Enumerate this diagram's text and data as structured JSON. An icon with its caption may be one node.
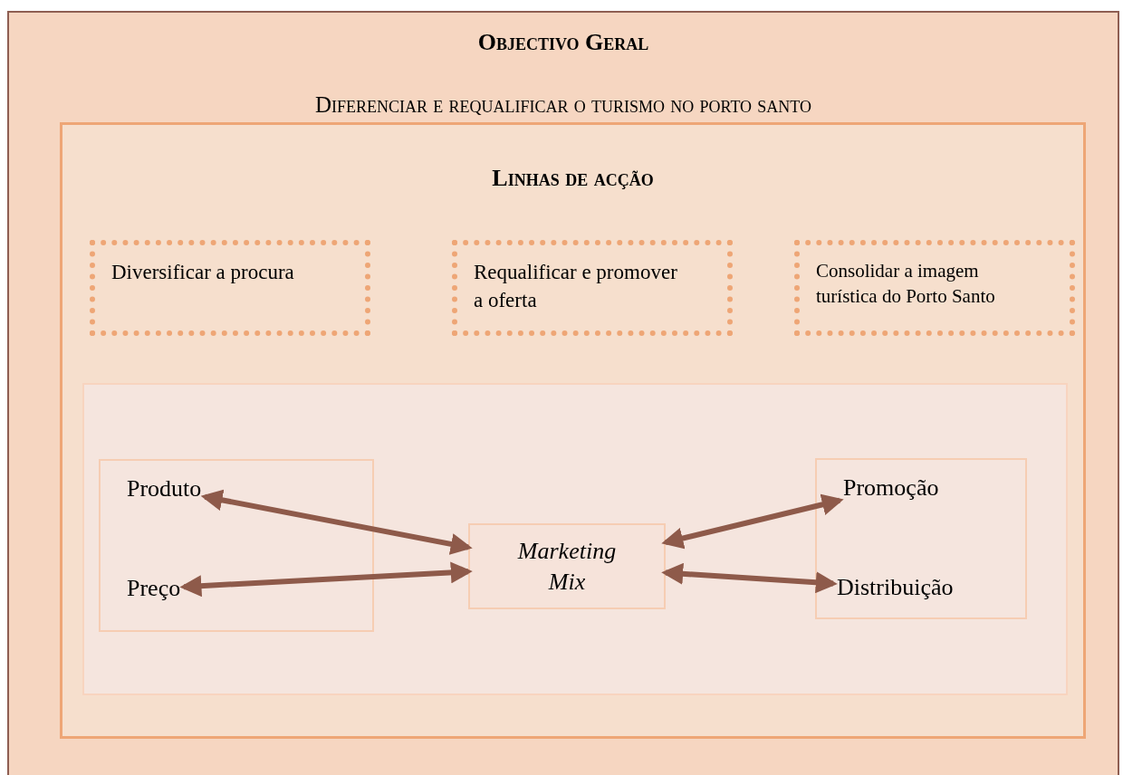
{
  "diagram": {
    "nodes": [
      {
        "text": [
          "Objectivo Geral",
          "Diferenciar e requalificar o turismo no porto santo"
        ]
      },
      {
        "text": [
          "Linhas de acção"
        ],
        "in": 0
      },
      {
        "text": [
          "Diversificar a procura"
        ],
        "in": 1
      },
      {
        "text": [
          "Requalificar e promover a oferta"
        ],
        "in": 1
      },
      {
        "text": [
          "Consolidar a imagem turística do Porto Santo"
        ],
        "in": 1
      },
      {
        "text": [],
        "shape": "box",
        "in": 1
      },
      {
        "text": [],
        "shape": "box",
        "in": 5
      },
      {
        "text": [
          "Produto"
        ],
        "in": 6
      },
      {
        "text": [
          "Preço"
        ],
        "in": 6
      },
      {
        "text": [
          "Marketing Mix"
        ],
        "in": 5
      },
      {
        "text": [],
        "shape": "box",
        "in": 5
      },
      {
        "text": [
          "Promoção"
        ],
        "in": 10
      },
      {
        "text": [
          "Distribuição"
        ],
        "in": 10
      }
    ],
    "edges": [
      {
        "from": 9,
        "to": 7,
        "arrow": "both"
      },
      {
        "from": 9,
        "to": 8,
        "arrow": "both"
      },
      {
        "from": 9,
        "to": 11,
        "arrow": "both"
      },
      {
        "from": 9,
        "to": 12,
        "arrow": "both"
      }
    ]
  }
}
